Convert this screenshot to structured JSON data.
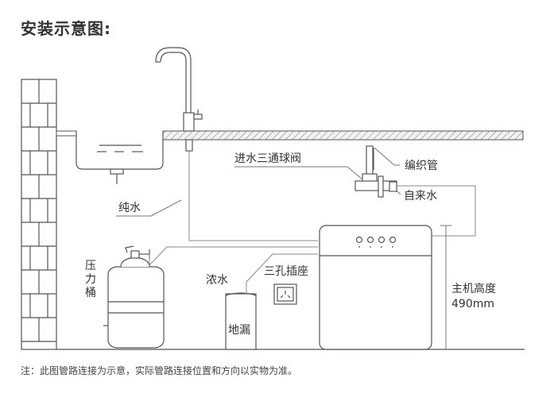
{
  "title": "安装示意图:",
  "labels": {
    "pure_water": "纯水",
    "tee_valve": "进水三通球阀",
    "braided_pipe": "编织管",
    "tap_water": "自来水",
    "pressure_tank_1": "压",
    "pressure_tank_2": "力",
    "pressure_tank_3": "桶",
    "waste_water": "浓水",
    "socket": "三孔插座",
    "floor_drain": "地漏",
    "host_height": "主机高度",
    "host_height_value": "490mm"
  },
  "note": "注：此图管路连接为示意，实际管路连接位置和方向以实物为准。",
  "colors": {
    "line": "#555555",
    "light_line": "#888888",
    "counter_fill": "#f2f2f2"
  }
}
